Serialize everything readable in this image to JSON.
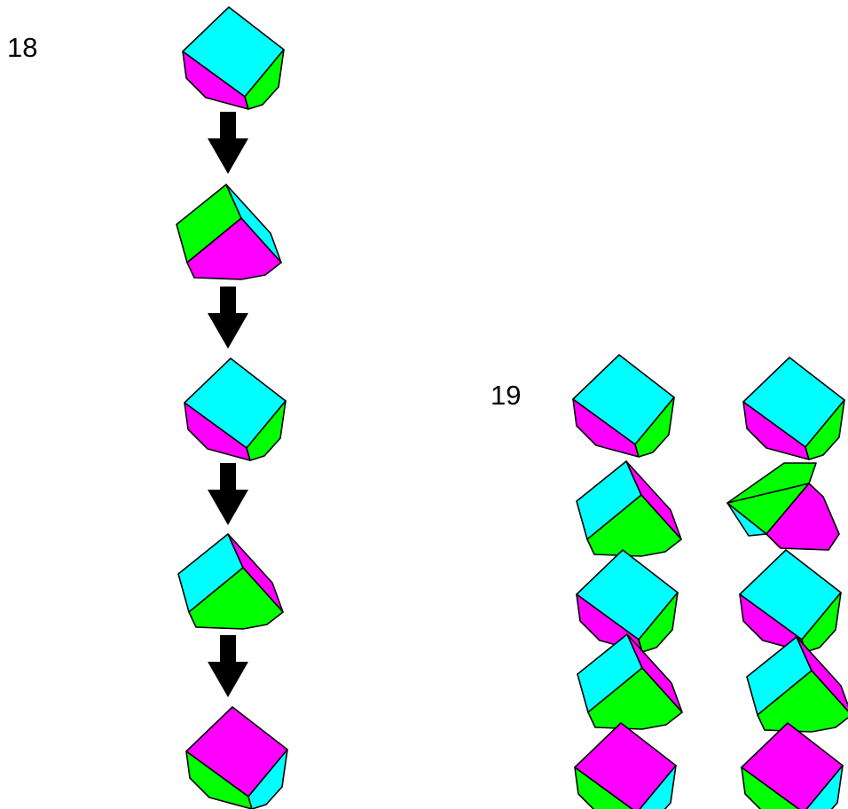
{
  "colors": {
    "cyan": "#00ffff",
    "magenta": "#ff00ff",
    "green": "#00ff00",
    "edge": "#000000",
    "arrow": "#000000"
  },
  "figure_18": {
    "label": "18",
    "sequence": [
      {
        "top_face": "cyan"
      },
      {
        "top_face": "green"
      },
      {
        "top_face": "cyan"
      },
      {
        "top_face": "cyan"
      },
      {
        "top_face": "magenta"
      }
    ],
    "arrows": [
      {
        "direction": "down"
      },
      {
        "direction": "down"
      },
      {
        "direction": "down"
      },
      {
        "direction": "down"
      }
    ]
  },
  "figure_19": {
    "label": "19",
    "columns": [
      {
        "stack": [
          "cyan",
          "cyan",
          "cyan",
          "cyan",
          "magenta"
        ]
      },
      {
        "stack": [
          "cyan",
          "green",
          "cyan",
          "cyan",
          "magenta"
        ]
      }
    ]
  }
}
